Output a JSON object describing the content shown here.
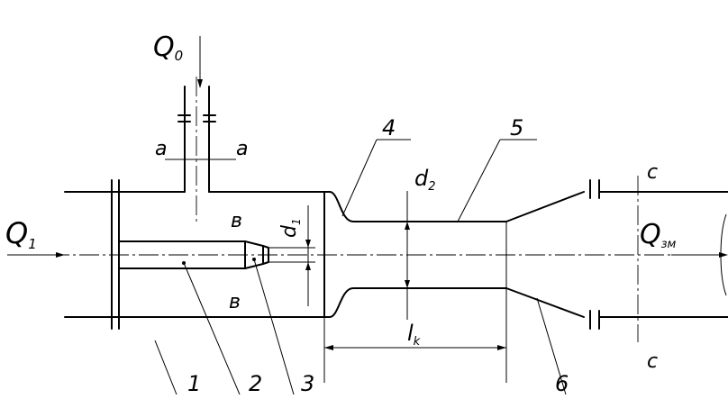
{
  "labels": {
    "q0_main": "Q",
    "q0_sub": "0",
    "q1_main": "Q",
    "q1_sub": "1",
    "q3m_main": "Q",
    "q3m_sub": "зм",
    "d1_main": "d",
    "d1_sub": "1",
    "d2_main": "d",
    "d2_sub": "2",
    "lk_main": "l",
    "lk_sub": "k",
    "a_left": "a",
    "a_right": "a",
    "b_top": "в",
    "b_bottom": "в",
    "c_top": "c",
    "c_bottom": "c"
  },
  "callouts": [
    "1",
    "2",
    "3",
    "4",
    "5",
    "6"
  ]
}
